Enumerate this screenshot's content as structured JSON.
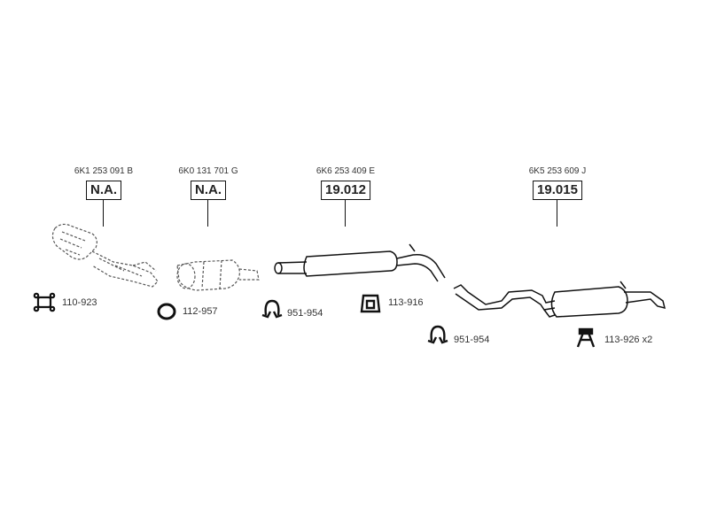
{
  "sections": [
    {
      "oem": "6K1 253 091 B",
      "code": "N.A."
    },
    {
      "oem": "6K0 131 701 G",
      "code": "N.A."
    },
    {
      "oem": "6K6 253 409 E",
      "code": "19.012"
    },
    {
      "oem": "6K5 253 609 J",
      "code": "19.015"
    }
  ],
  "accessories": [
    {
      "label": "110-923",
      "icon": "gasket-icon"
    },
    {
      "label": "112-957",
      "icon": "ring-icon"
    },
    {
      "label": "951-954",
      "icon": "clamp-icon"
    },
    {
      "label": "113-916",
      "icon": "hanger-icon"
    },
    {
      "label": "951-954",
      "icon": "clamp-icon"
    },
    {
      "label": "113-926 x2",
      "icon": "rubber-mount-icon"
    }
  ]
}
